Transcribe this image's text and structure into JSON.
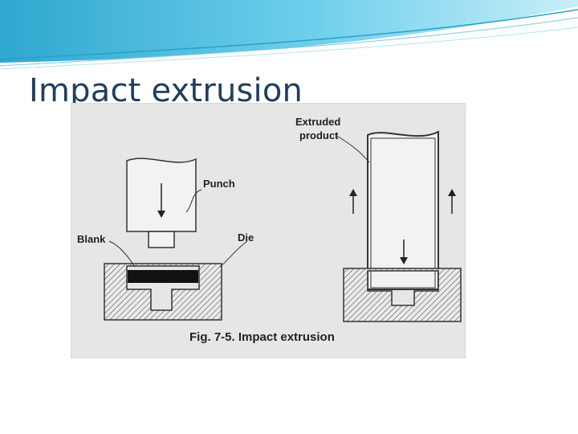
{
  "slide": {
    "title": "Impact extrusion"
  },
  "figure": {
    "labels": {
      "extruded_line1": "Extruded",
      "extruded_line2": "product",
      "punch": "Punch",
      "blank": "Blank",
      "die": "Die"
    },
    "caption": "Fig. 7-5. Impact extrusion"
  },
  "colors": {
    "title": "#1f3f5f",
    "accent": "#3fb6d8"
  }
}
